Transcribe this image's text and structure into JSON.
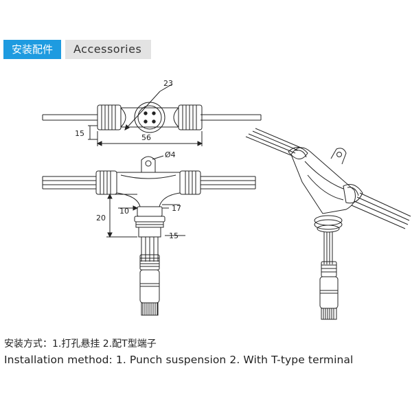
{
  "header": {
    "title_cn": "安装配件",
    "title_en": "Accessories"
  },
  "dimensions": {
    "diameter_top": "23",
    "height_left": "15",
    "length": "56",
    "hole": "Ø4",
    "neck_width": "10",
    "arm_length": "17",
    "branch_height": "20",
    "branch_width": "15"
  },
  "caption": {
    "line_cn": "安装方式：1.打孔悬挂 2.配T型端子",
    "line_en": "Installation method: 1. Punch suspension 2. With T-type terminal"
  },
  "colors": {
    "header_blue": "#1e9be0",
    "header_gray": "#e3e3e3",
    "line": "#222222"
  }
}
